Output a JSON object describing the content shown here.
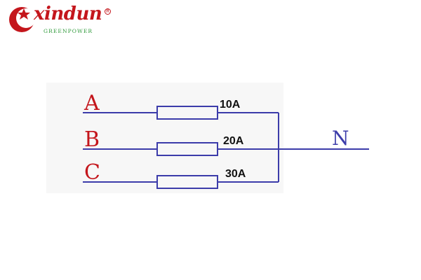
{
  "brand": {
    "name": "xindun",
    "tagline": "GREENPOWER",
    "registered": "R",
    "primary_color": "#c4161c",
    "secondary_color": "#2f9a3b"
  },
  "diagram": {
    "phases": [
      {
        "label": "A",
        "rating": "10A"
      },
      {
        "label": "B",
        "rating": "20A"
      },
      {
        "label": "C",
        "rating": "30A"
      }
    ],
    "neutral_label": "N",
    "line_color": "#3c3caa",
    "phase_label_color": "#c4161c",
    "neutral_label_color": "#3c3caa"
  }
}
